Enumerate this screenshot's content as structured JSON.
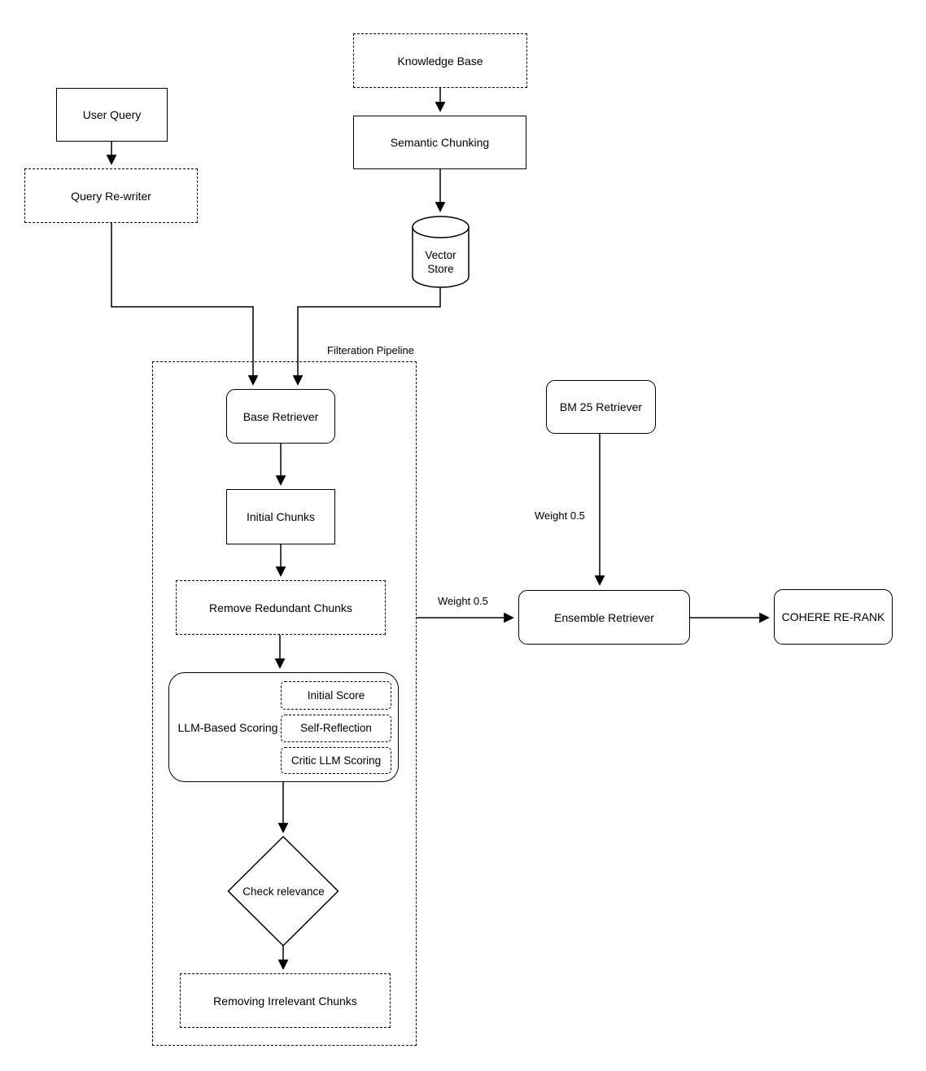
{
  "nodes": {
    "user_query": "User Query",
    "query_rewriter": "Query Re-writer",
    "knowledge_base": "Knowledge Base",
    "semantic_chunking": "Semantic Chunking",
    "vector_store_line1": "Vector",
    "vector_store_line2": "Store",
    "base_retriever": "Base Retriever",
    "initial_chunks": "Initial Chunks",
    "remove_redundant_chunks": "Remove Redundant Chunks",
    "llm_based_scoring": "LLM-Based Scoring",
    "initial_score": "Initial Score",
    "self_reflection": "Self-Reflection",
    "critic_llm_scoring": "Critic LLM Scoring",
    "check_relevance": "Check relevance",
    "removing_irrelevant_chunks": "Removing Irrelevant Chunks",
    "bm25_retriever": "BM 25 Retriever",
    "ensemble_retriever": "Ensemble Retriever",
    "cohere_rerank": "COHERE RE-RANK"
  },
  "labels": {
    "filteration_pipeline": "Filteration Pipeline",
    "weight_left": "Weight 0.5",
    "weight_right": "Weight 0.5"
  },
  "colors": {
    "stroke": "#000000",
    "text": "#000000",
    "background": "#ffffff"
  }
}
